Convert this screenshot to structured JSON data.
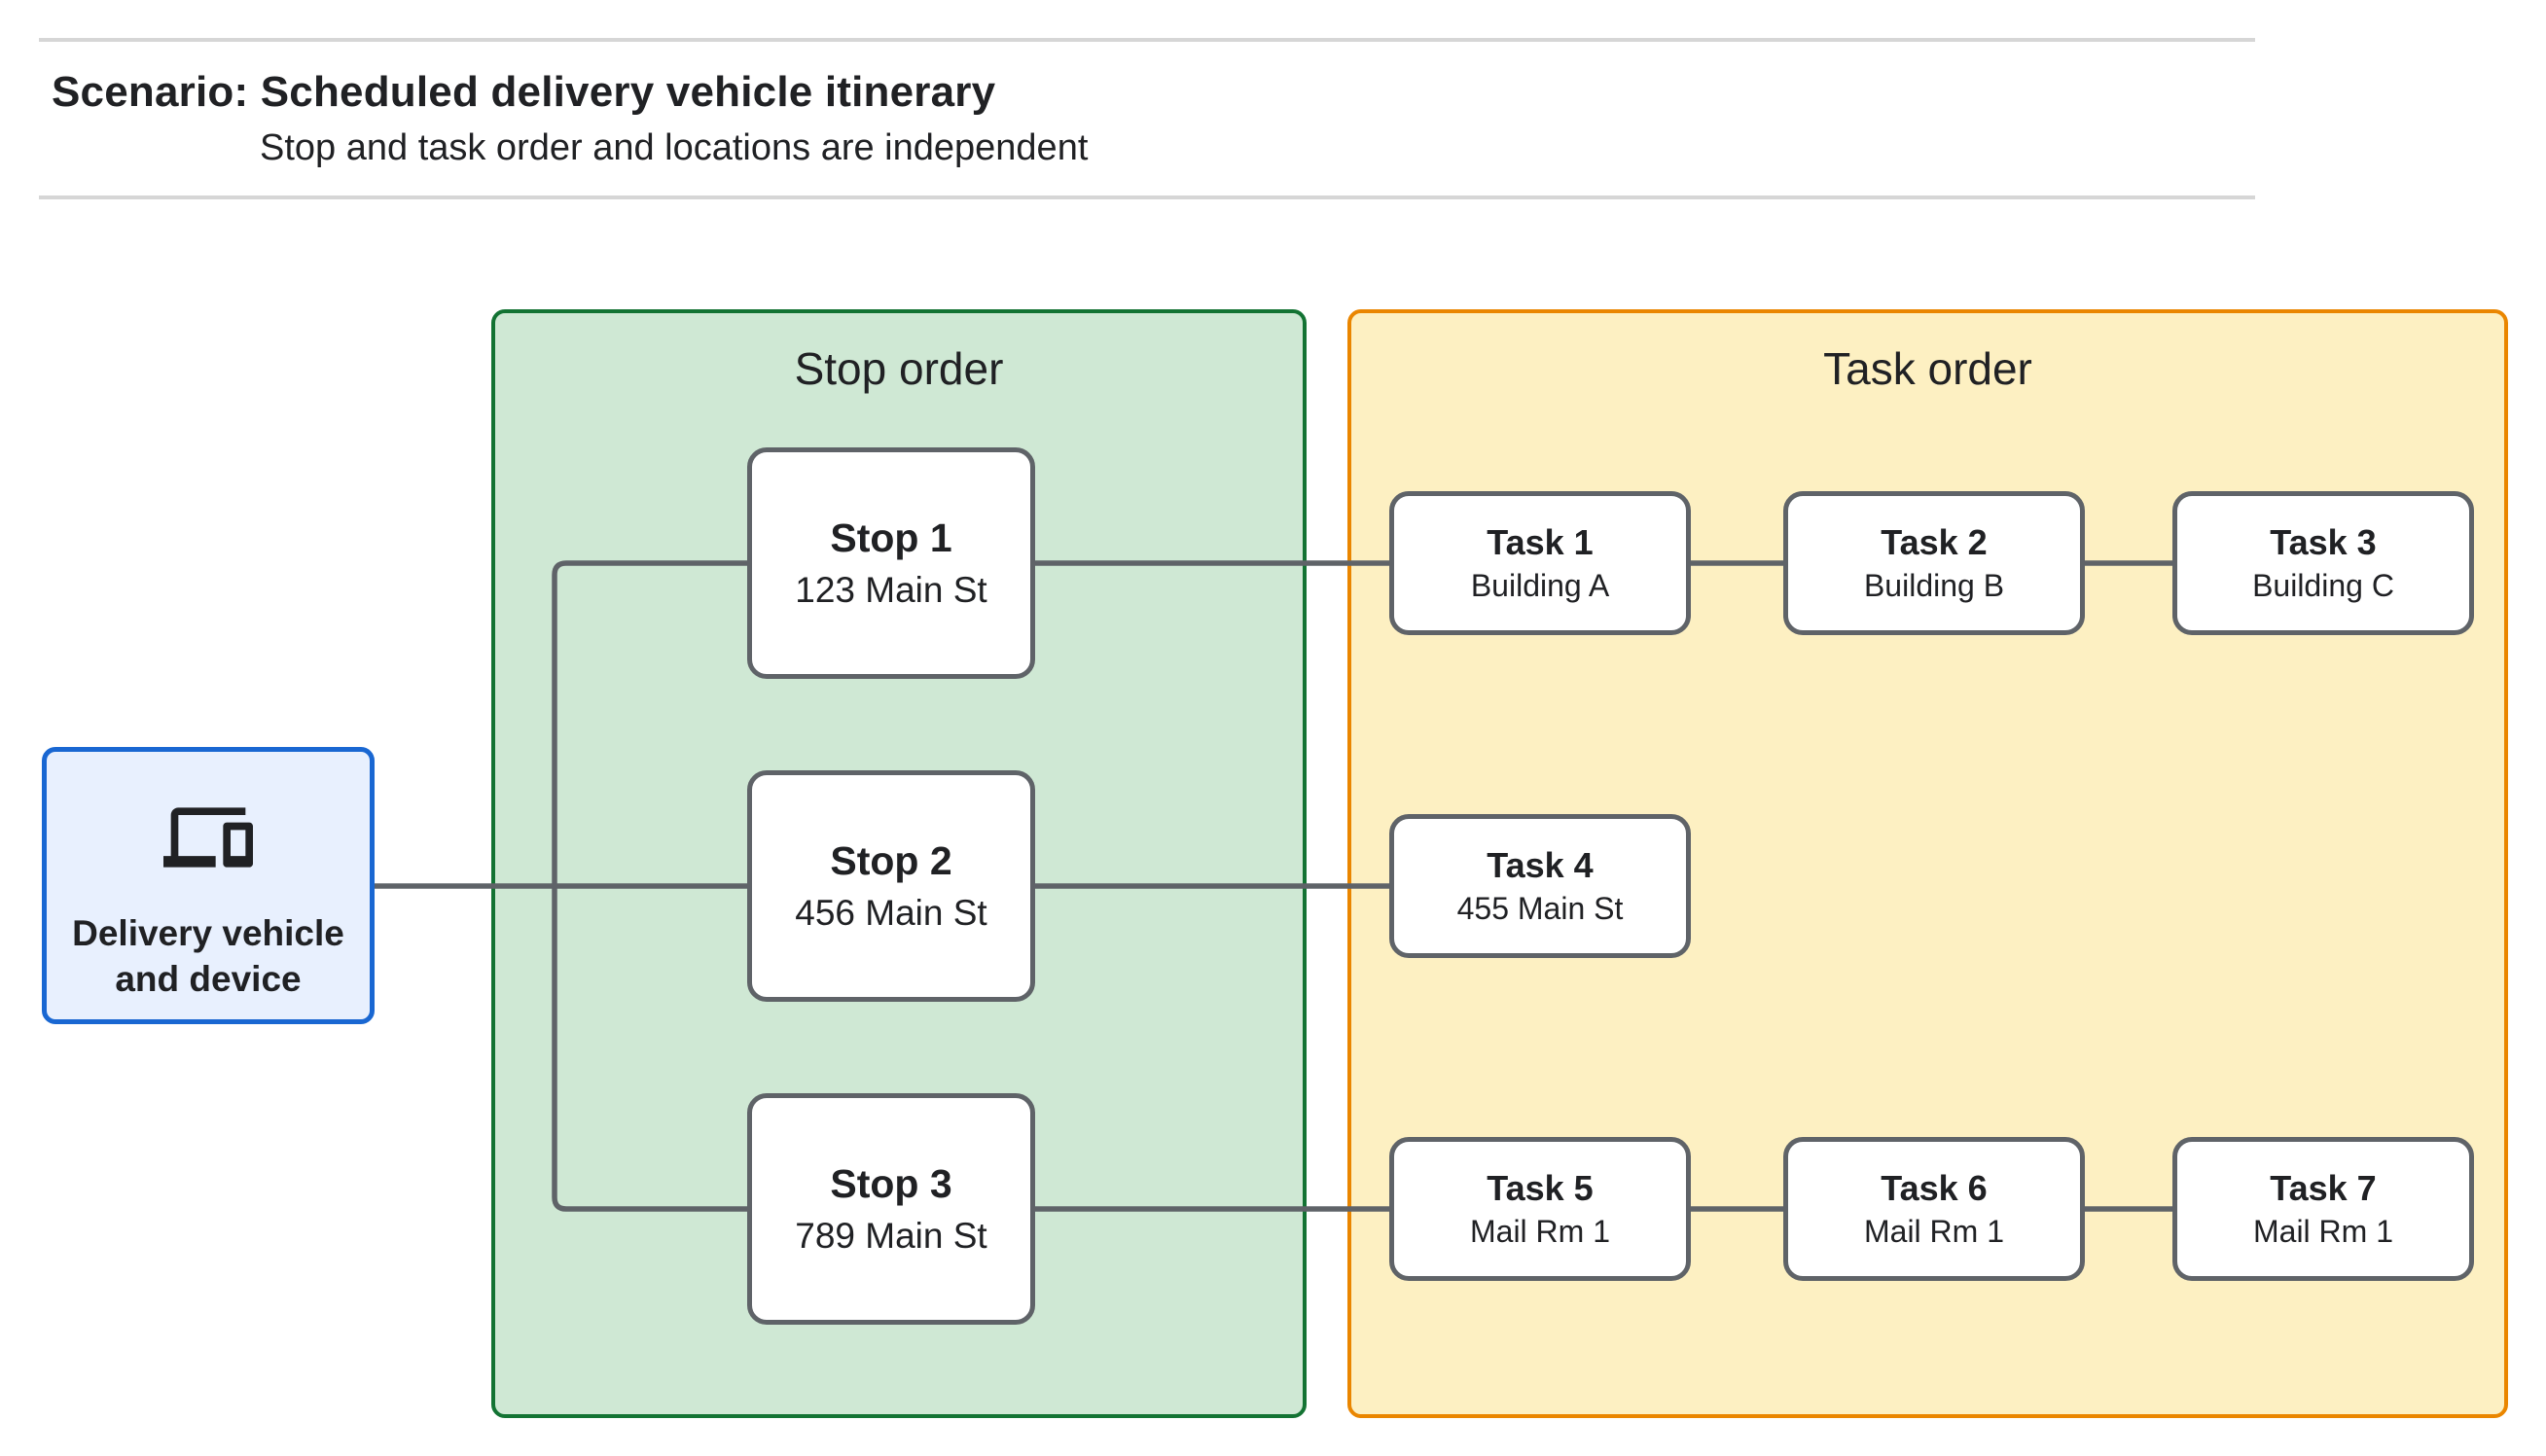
{
  "header": {
    "title": "Scenario: Scheduled delivery vehicle itinerary",
    "subtitle": "Stop and task order and locations are independent"
  },
  "vehicle": {
    "label": "Delivery vehicle and device",
    "icon": "devices-icon"
  },
  "stop_panel": {
    "title": "Stop order",
    "stops": [
      {
        "label": "Stop 1",
        "address": "123 Main St"
      },
      {
        "label": "Stop 2",
        "address": "456 Main St"
      },
      {
        "label": "Stop 3",
        "address": "789 Main St"
      }
    ]
  },
  "task_panel": {
    "title": "Task order",
    "rows": [
      [
        {
          "label": "Task 1",
          "location": "Building A"
        },
        {
          "label": "Task 2",
          "location": "Building B"
        },
        {
          "label": "Task 3",
          "location": "Building C"
        }
      ],
      [
        {
          "label": "Task 4",
          "location": "455 Main St"
        }
      ],
      [
        {
          "label": "Task 5",
          "location": "Mail Rm 1"
        },
        {
          "label": "Task 6",
          "location": "Mail Rm 1"
        },
        {
          "label": "Task 7",
          "location": "Mail Rm 1"
        }
      ]
    ]
  },
  "colors": {
    "stop_panel_fill": "#cfe8d4",
    "stop_panel_border": "#137333",
    "task_panel_fill": "#fdf0c2",
    "task_panel_border": "#ea8600",
    "vehicle_fill": "#e8f0fe",
    "vehicle_border": "#1967d2",
    "connector": "#5f6368"
  }
}
